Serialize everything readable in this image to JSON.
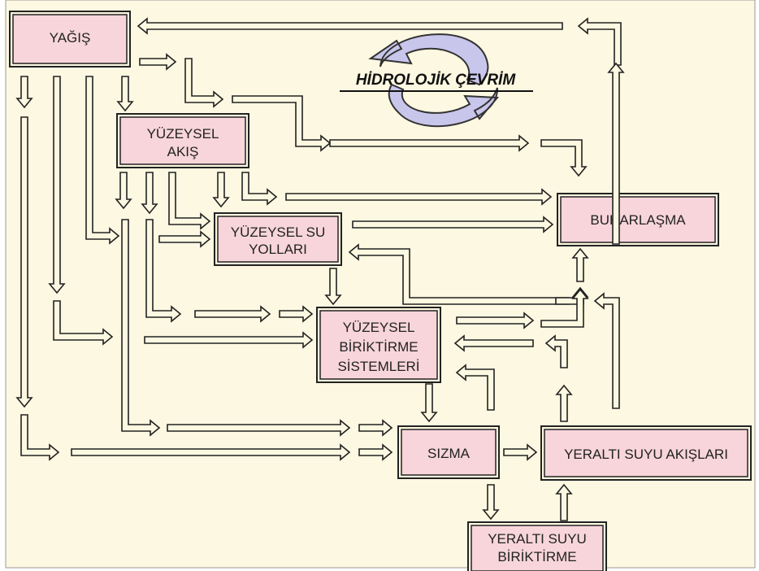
{
  "title": "HİDROLOJİK ÇEVRİM",
  "nodes": {
    "yagis": [
      "YAĞIŞ"
    ],
    "yuzeysel_akis": [
      "YÜZEYSEL",
      "AKIŞ"
    ],
    "yuzeysel_su_yollari": [
      "YÜZEYSEL SU",
      "YOLLARI"
    ],
    "buharlasma": [
      "BUHARLAŞMA"
    ],
    "yuzeysel_biriktirme": [
      "YÜZEYSEL",
      "BİRİKTİRME",
      "SİSTEMLERİ"
    ],
    "sizma": [
      "SIZMA"
    ],
    "yeralti_akis": [
      "YERALTI SUYU AKIŞLARI"
    ],
    "yeralti_biriktirme": [
      "YERALTI SUYU",
      "BİRİKTİRME"
    ]
  },
  "colors": {
    "background": "#fdf8e1",
    "box_fill": "#f7d5da",
    "line": "#222222",
    "cycle_fill": "#c9c6ec"
  }
}
